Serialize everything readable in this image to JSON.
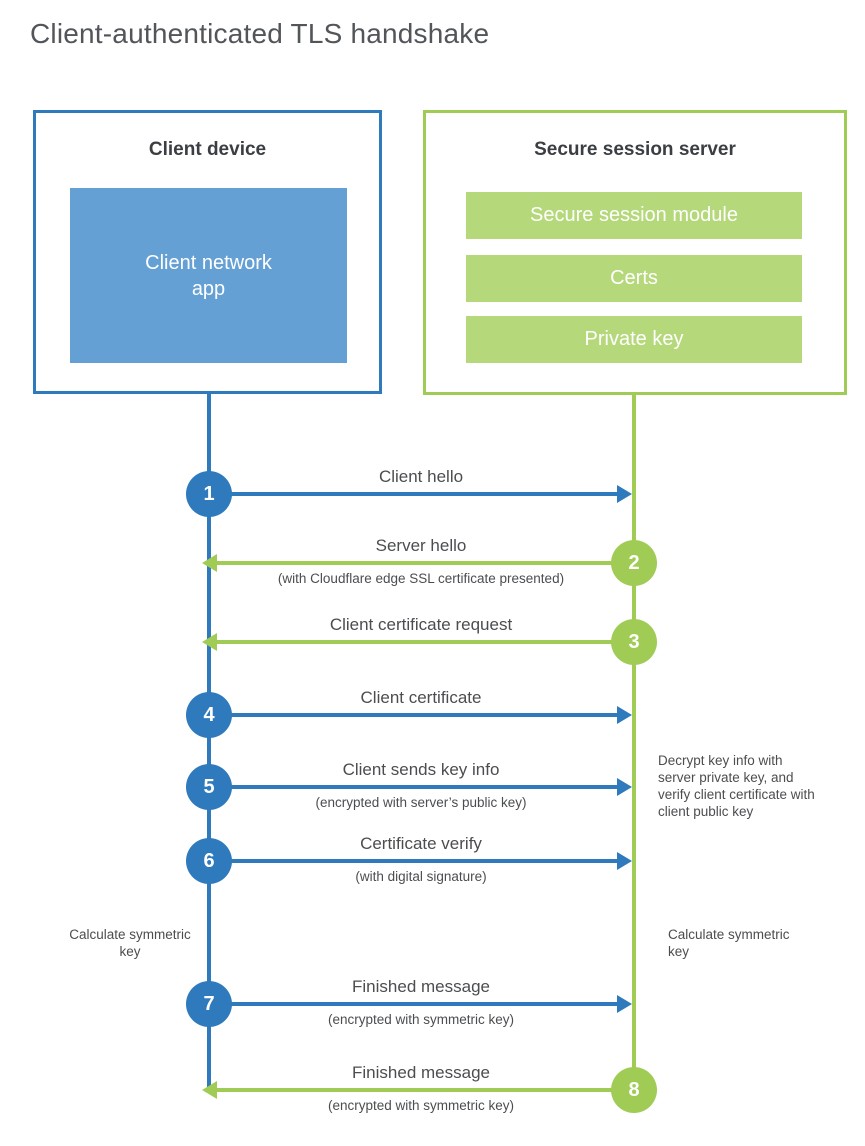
{
  "title": "Client-authenticated TLS handshake",
  "colors": {
    "blue": "#2e7abc",
    "blue_fill": "#64a0d4",
    "green": "#a0cc55",
    "green_fill": "#b5d87b"
  },
  "client": {
    "title": "Client device",
    "app_label": "Client network app"
  },
  "server": {
    "title": "Secure session server",
    "modules": [
      "Secure session module",
      "Certs",
      "Private key"
    ]
  },
  "steps": [
    {
      "num": "1",
      "from": "client",
      "label": "Client hello",
      "sub": ""
    },
    {
      "num": "2",
      "from": "server",
      "label": "Server hello",
      "sub": "(with Cloudflare edge SSL certificate presented)"
    },
    {
      "num": "3",
      "from": "server",
      "label": "Client certificate request",
      "sub": ""
    },
    {
      "num": "4",
      "from": "client",
      "label": "Client certificate",
      "sub": ""
    },
    {
      "num": "5",
      "from": "client",
      "label": "Client sends key info",
      "sub": "(encrypted with server’s public key)"
    },
    {
      "num": "6",
      "from": "client",
      "label": "Certificate verify",
      "sub": "(with digital signature)"
    },
    {
      "num": "7",
      "from": "client",
      "label": "Finished message",
      "sub": "(encrypted with symmetric key)"
    },
    {
      "num": "8",
      "from": "server",
      "label": "Finished message",
      "sub": "(encrypted with symmetric key)"
    }
  ],
  "annotations": {
    "decrypt_note": "Decrypt key info with server private key, and verify client certificate with client public key",
    "calc_left": "Calculate symmetric key",
    "calc_right": "Calculate symmetric key"
  }
}
